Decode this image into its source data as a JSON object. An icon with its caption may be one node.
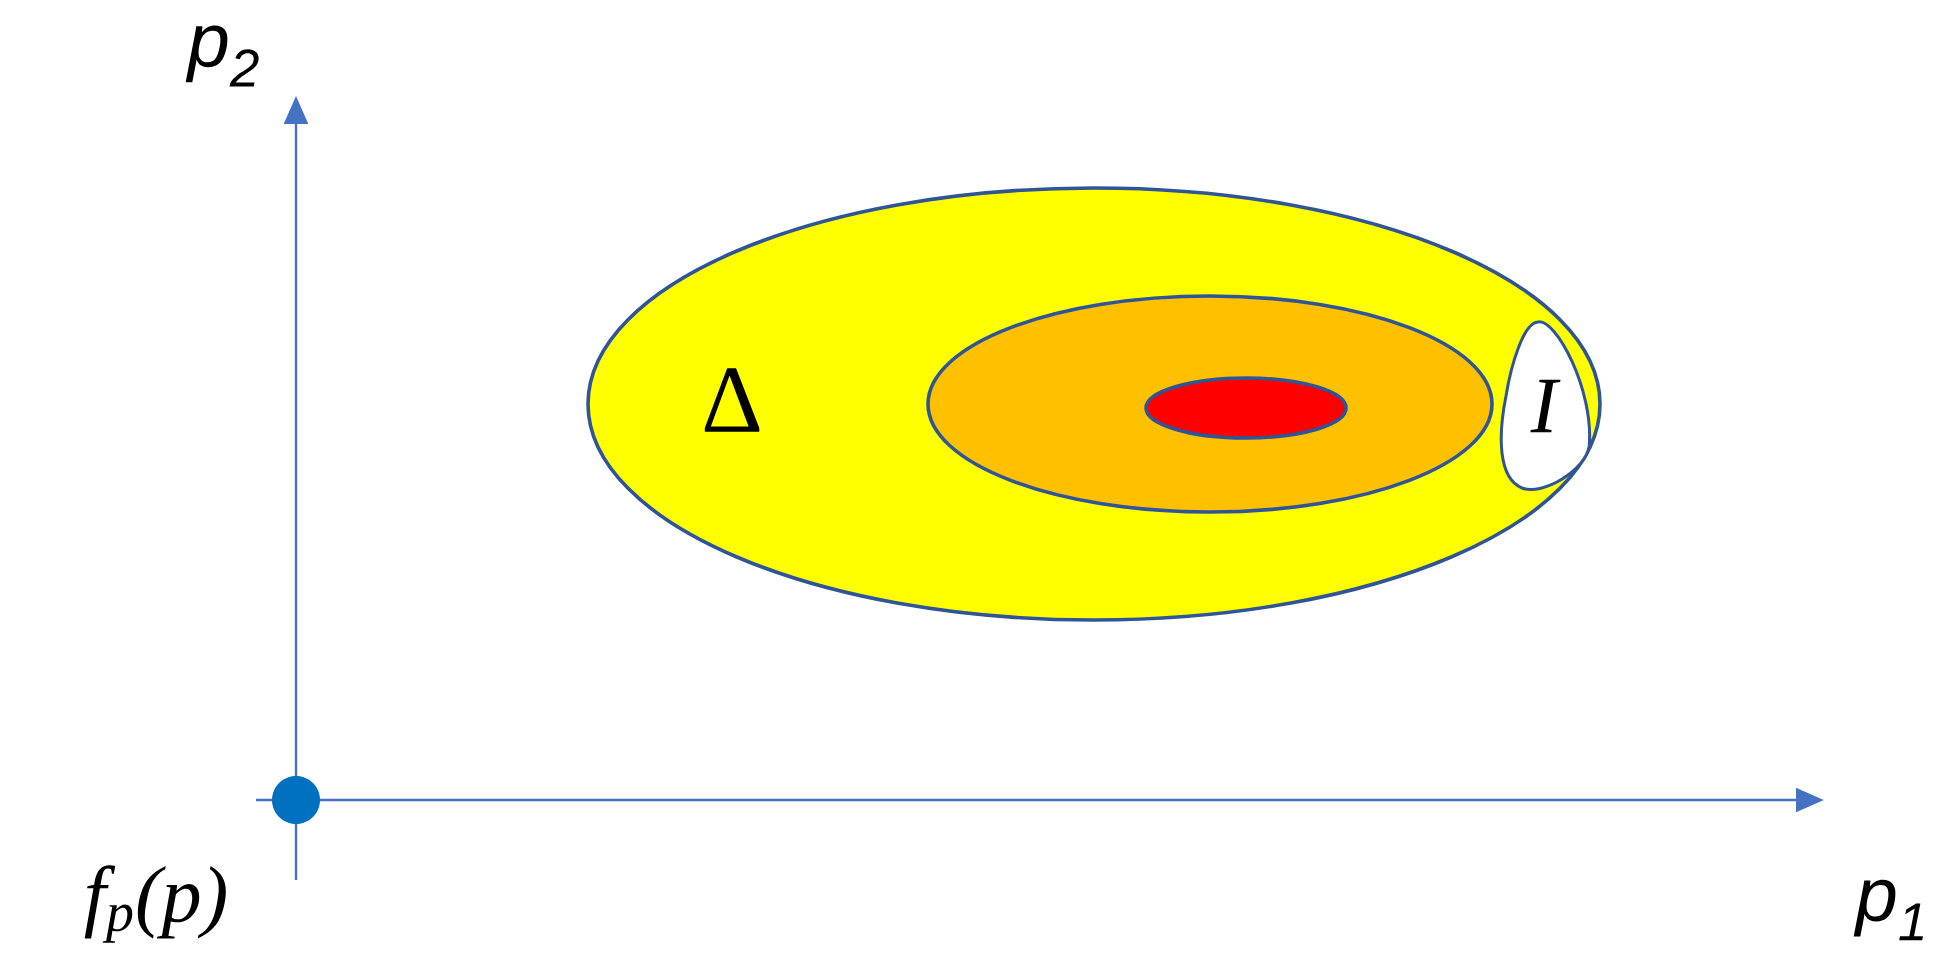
{
  "diagram": {
    "nodes": [
      {
        "text": [
          "Δ"
        ]
      },
      {
        "text": [],
        "shape": "ellipse",
        "in": 0
      },
      {
        "text": [],
        "shape": "ellipse",
        "in": 1
      },
      {
        "text": [
          "I"
        ],
        "in": 0
      }
    ],
    "labels": [
      "p$_{2}$",
      "p$_{1}$",
      "f$_{p}$(p)"
    ]
  }
}
